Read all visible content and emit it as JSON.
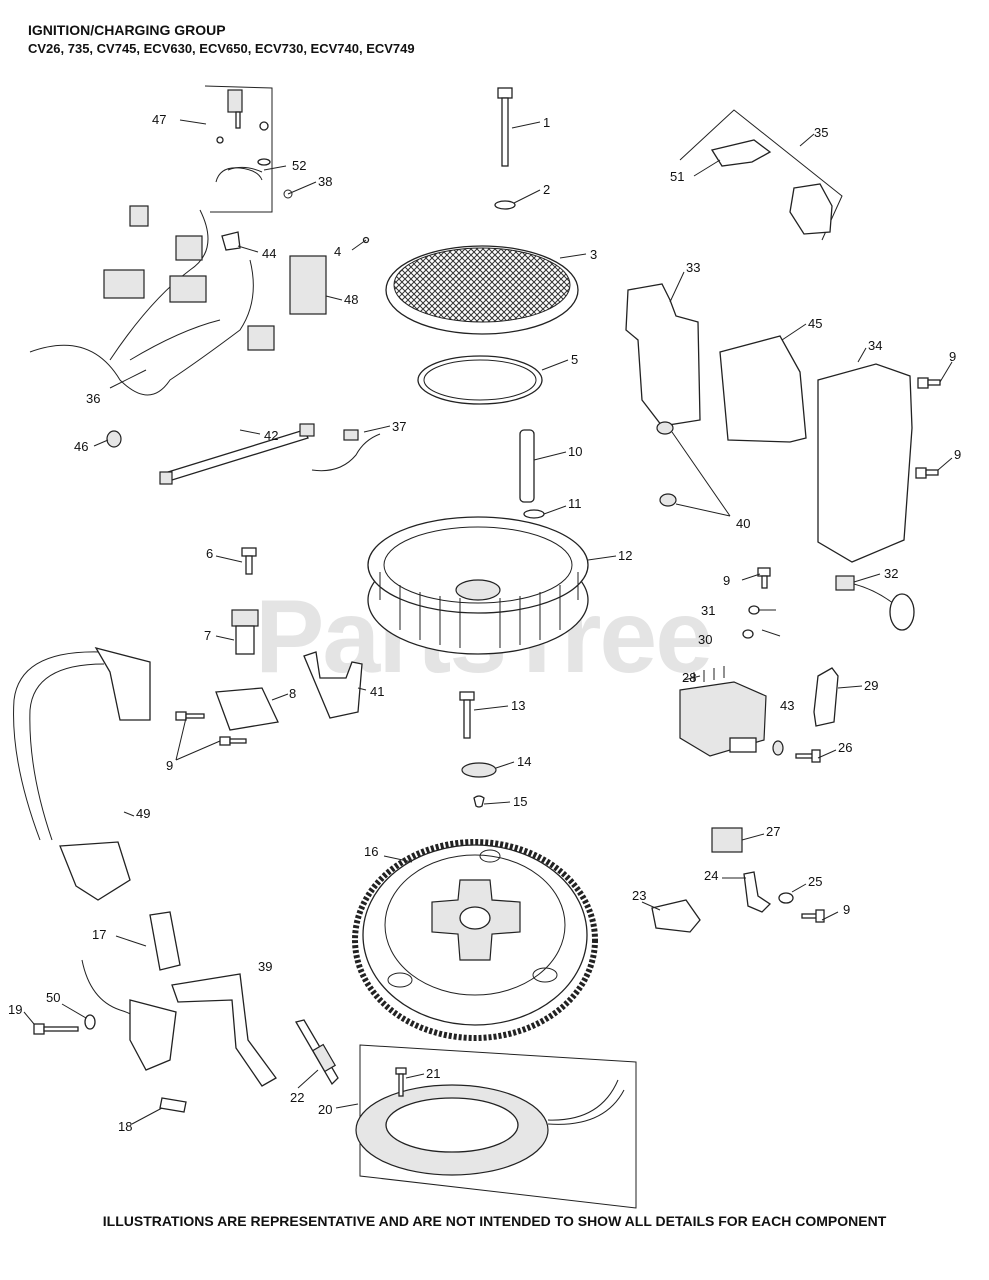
{
  "header": {
    "title": "IGNITION/CHARGING GROUP",
    "models": "CV26, 735, CV745, ECV630, ECV650,  ECV730, ECV740, ECV749"
  },
  "footer": {
    "disclaimer": "ILLUSTRATIONS ARE REPRESENTATIVE AND ARE NOT INTENDED TO SHOW ALL DETAILS FOR EACH COMPONENT"
  },
  "watermark": "PartsTree",
  "callouts": {
    "c1": "1",
    "c2": "2",
    "c3": "3",
    "c4": "4",
    "c5": "5",
    "c6": "6",
    "c7": "7",
    "c8": "8",
    "c9a": "9",
    "c9b": "9",
    "c9c": "9",
    "c9d": "9",
    "c9e": "9",
    "c10": "10",
    "c11": "11",
    "c12": "12",
    "c13": "13",
    "c14": "14",
    "c15": "15",
    "c16": "16",
    "c17": "17",
    "c18": "18",
    "c19": "19",
    "c20": "20",
    "c21": "21",
    "c22": "22",
    "c23": "23",
    "c24": "24",
    "c25": "25",
    "c26": "26",
    "c27": "27",
    "c28": "28",
    "c29": "29",
    "c30": "30",
    "c31": "31",
    "c32": "32",
    "c33": "33",
    "c34": "34",
    "c35": "35",
    "c36": "36",
    "c37": "37",
    "c38": "38",
    "c39": "39",
    "c40": "40",
    "c41": "41",
    "c42": "42",
    "c43": "43",
    "c44": "44",
    "c45": "45",
    "c46": "46",
    "c47": "47",
    "c48": "48",
    "c49": "49",
    "c50": "50",
    "c51": "51",
    "c52": "52"
  }
}
